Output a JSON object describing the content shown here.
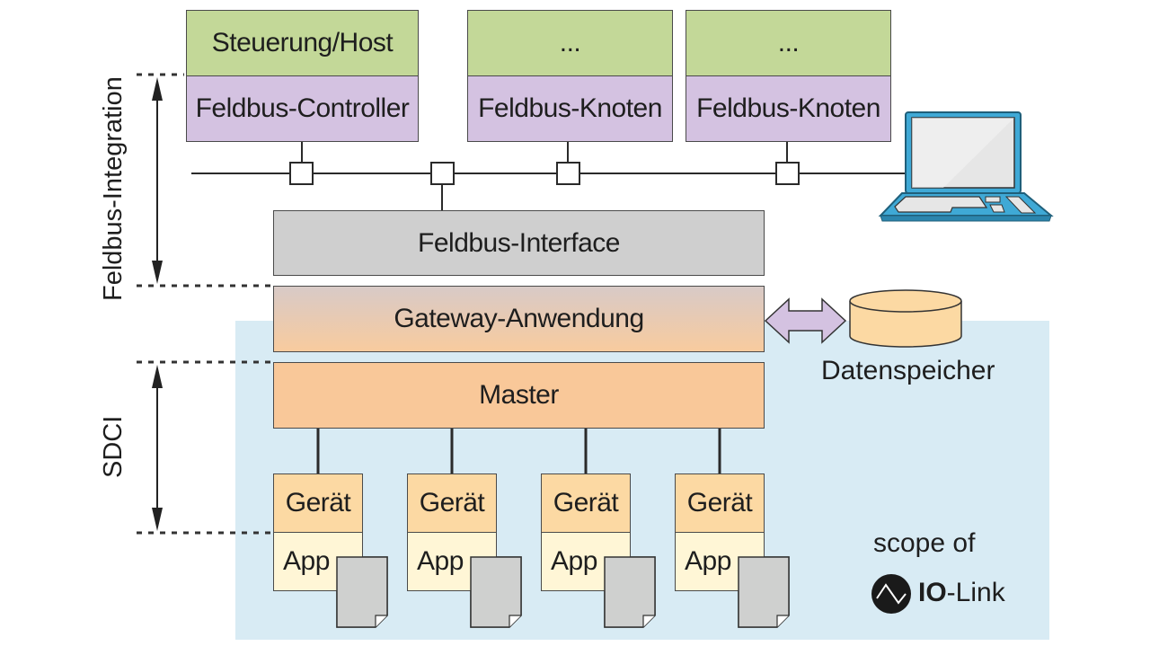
{
  "diagram": {
    "top_nodes": [
      {
        "upper": "Steuerung/Host",
        "lower": "Feldbus-Controller"
      },
      {
        "upper": "...",
        "lower": "Feldbus-Knoten"
      },
      {
        "upper": "...",
        "lower": "Feldbus-Knoten"
      }
    ],
    "feldbus_interface": "Feldbus-Interface",
    "gateway": "Gateway-Anwendung",
    "master": "Master",
    "data_store": "Datenspeicher",
    "devices": [
      {
        "upper": "Gerät",
        "lower": "App"
      },
      {
        "upper": "Gerät",
        "lower": "App"
      },
      {
        "upper": "Gerät",
        "lower": "App"
      },
      {
        "upper": "Gerät",
        "lower": "App"
      }
    ],
    "side_labels": {
      "feldbus_integration": "Feldbus-Integration",
      "sdci": "SDCI"
    },
    "scope": {
      "line1": "scope of",
      "brand_bold": "IO",
      "brand_rest": "-Link"
    },
    "icons": [
      "laptop-icon",
      "database-icon",
      "document-icon",
      "io-link-logo-icon",
      "double-arrow-icon"
    ],
    "colors": {
      "controller_green": "#c3d898",
      "fieldbus_purple": "#d4c2e1",
      "interface_grey": "#cfcfcf",
      "master_orange": "#f9c899",
      "device_orange": "#fcd9a3",
      "app_cream": "#fff6d6",
      "scope_blue": "#d8ebf4",
      "laptop_blue": "#3fa9d6"
    }
  }
}
